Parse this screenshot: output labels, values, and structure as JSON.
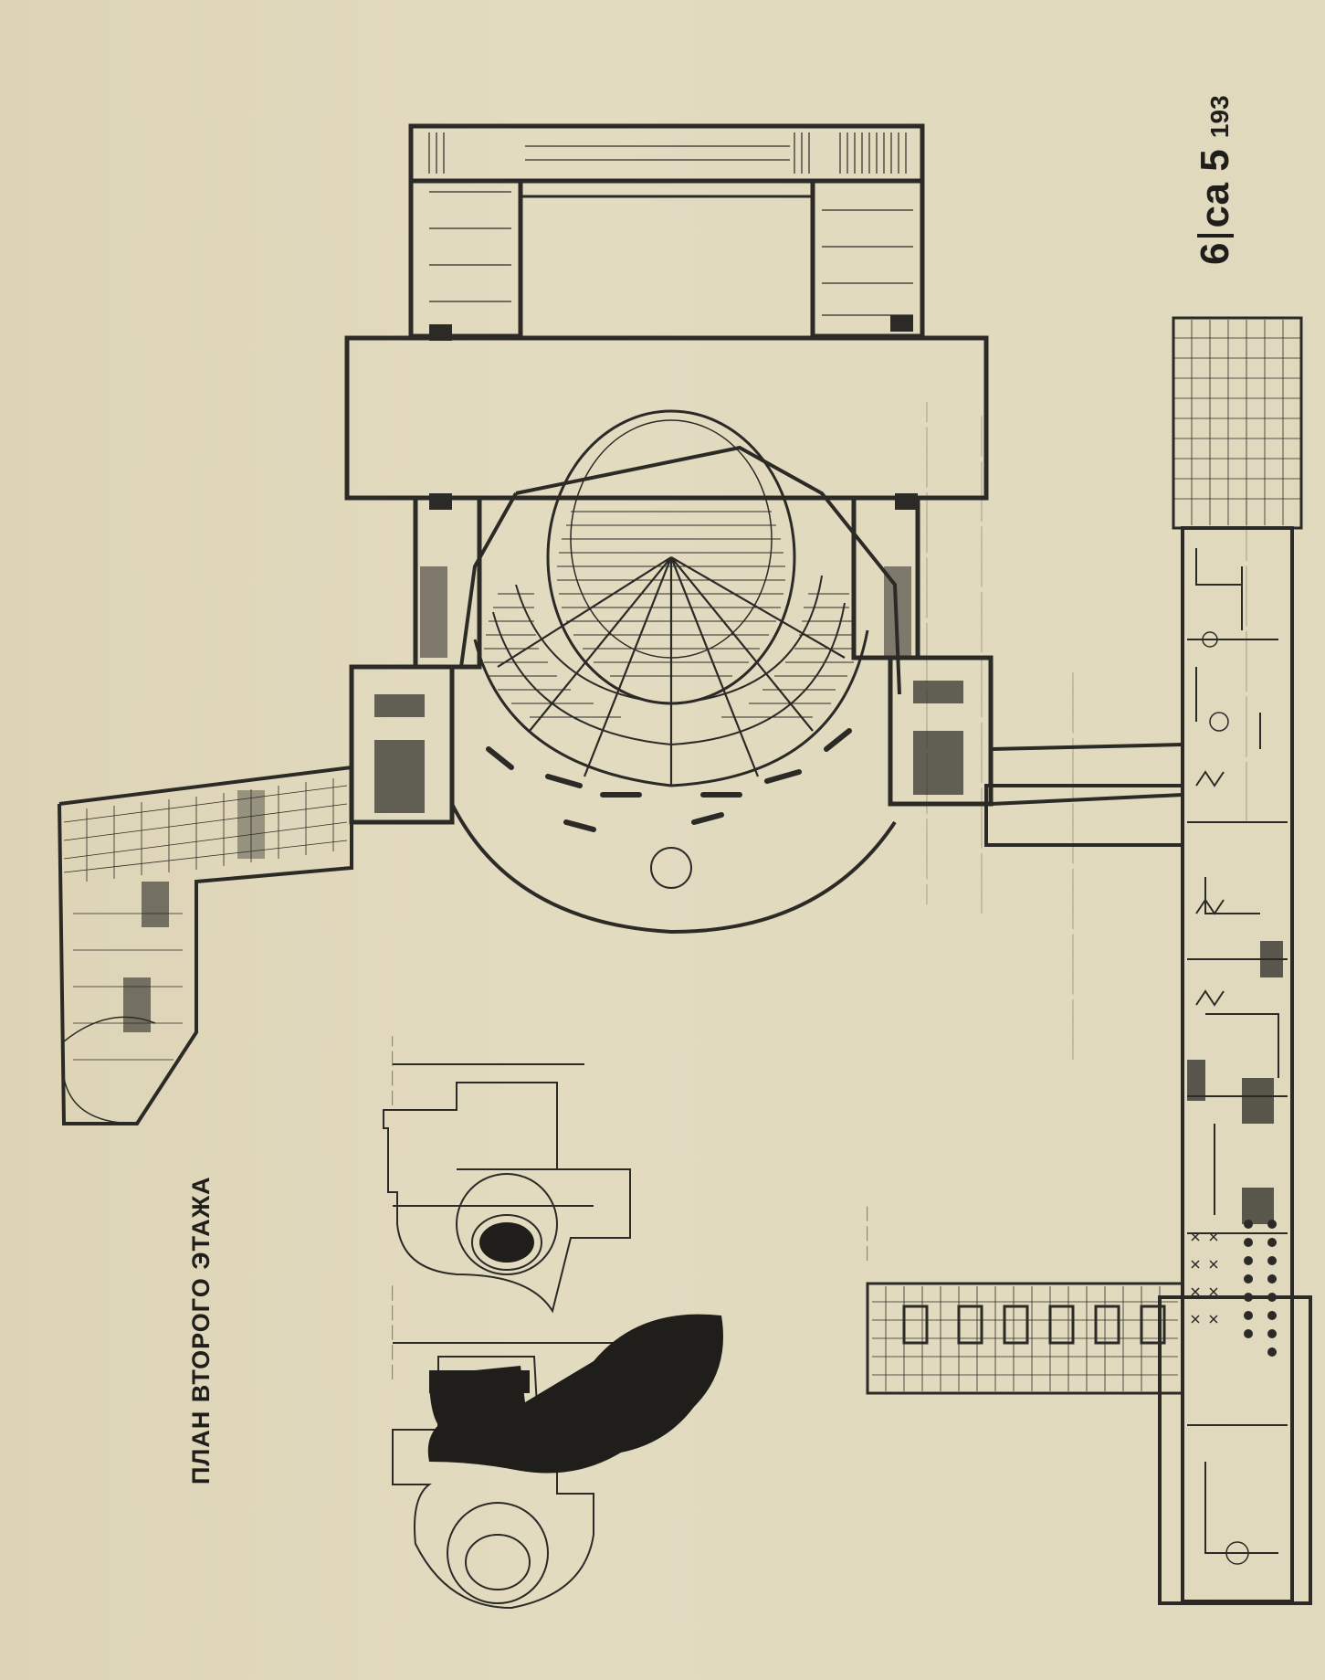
{
  "title": "ПЛАН ВТОРОГО ЭТАЖА",
  "journal": {
    "number": "6",
    "name": "са",
    "issue": "5",
    "year": "193"
  },
  "colors": {
    "paper": "#e0d8bc",
    "ink": "#2b2a26"
  }
}
